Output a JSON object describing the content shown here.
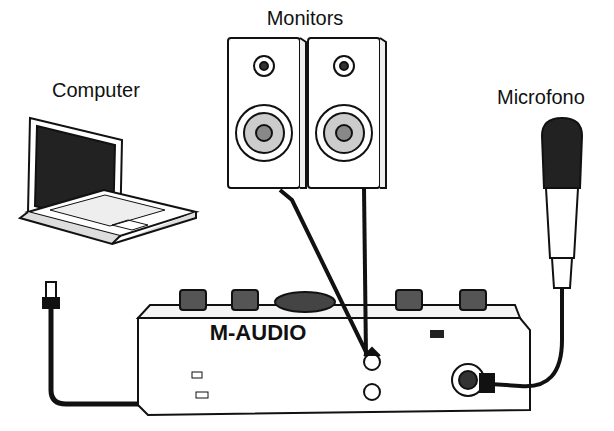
{
  "diagram": {
    "labels": [
      "Monitors",
      "Computer",
      "Microfono",
      "M-AUDIO"
    ]
  }
}
